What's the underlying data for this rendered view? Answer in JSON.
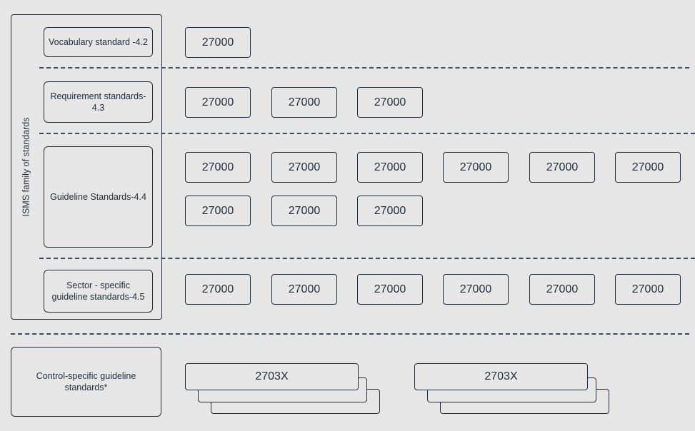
{
  "family": {
    "label": "ISMS family of standards"
  },
  "categories": {
    "vocabulary": "Vocabulary standard -4.2",
    "requirement": "Requirement standards-4.3",
    "guideline": "Guideline Standards-4.4",
    "sector": "Sector - specific guideline standards-4.5",
    "control": "Control-specific guideline standards*"
  },
  "standards": {
    "vocabulary": [
      "27000"
    ],
    "requirement": [
      "27000",
      "27000",
      "27000"
    ],
    "guideline": [
      "27000",
      "27000",
      "27000",
      "27000",
      "27000",
      "27000",
      "27000",
      "27000",
      "27000"
    ],
    "sector": [
      "27000",
      "27000",
      "27000",
      "27000",
      "27000",
      "27000"
    ],
    "control": [
      "2703X",
      "2703X"
    ]
  },
  "colors": {
    "stroke": "#1f2d3d",
    "background": "#e6e6e6"
  }
}
